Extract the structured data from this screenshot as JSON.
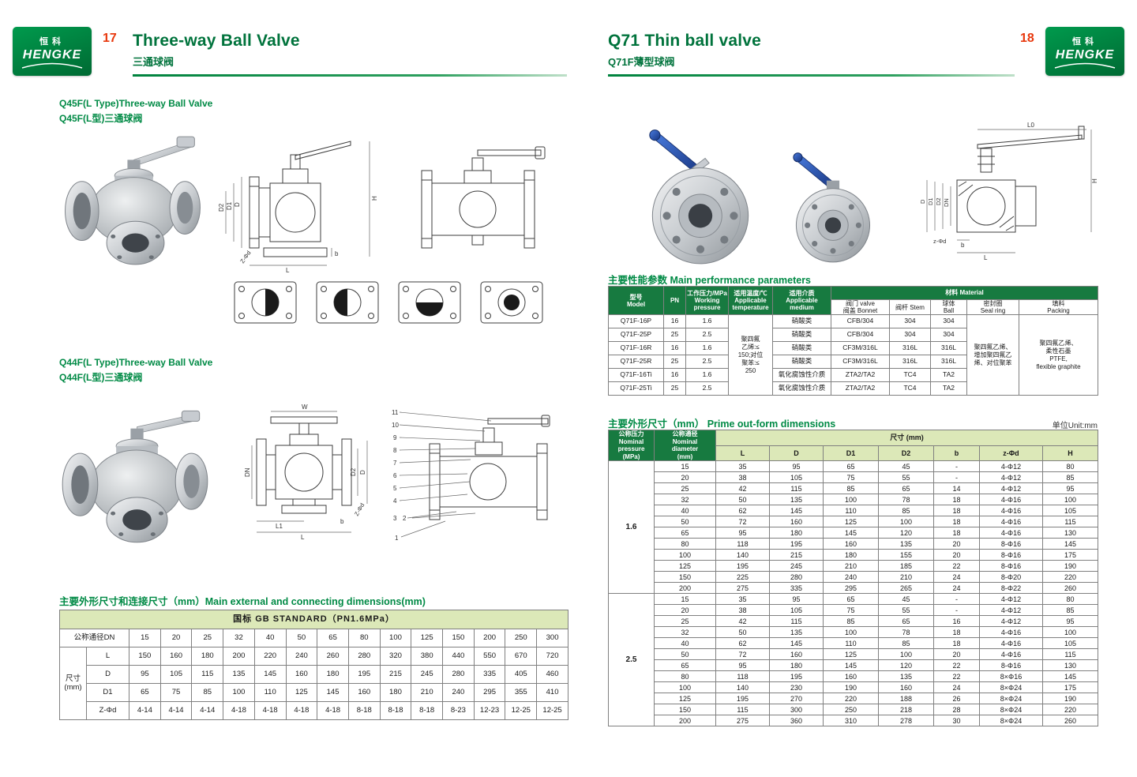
{
  "brand": {
    "logo_cn": "恒科",
    "logo_en": "HENGKE"
  },
  "header": {
    "left": {
      "page_no": "17",
      "title_en": "Three-way Ball Valve",
      "title_cn": "三通球阀"
    },
    "right": {
      "page_no": "18",
      "title_en": "Q71 Thin ball valve",
      "title_cn": "Q71F薄型球阀"
    }
  },
  "left_page": {
    "section1": {
      "title_en": "Q45F(L Type)Three-way Ball Valve",
      "title_cn": "Q45F(L型)三通球阀"
    },
    "section2": {
      "title_en": "Q44F(L Type)Three-way Ball Valve",
      "title_cn": "Q44F(L型)三通球阀"
    },
    "dim_table": {
      "title": "主要外形尺寸和连接尺寸（mm）Main external and connecting dimensions(mm)",
      "standard_header": "国标 GB STANDARD（PN1.6MPa）",
      "dn_label": "公称通径DN",
      "size_group_label": "尺寸\n(mm)",
      "dn_values": [
        "15",
        "20",
        "25",
        "32",
        "40",
        "50",
        "65",
        "80",
        "100",
        "125",
        "150",
        "200",
        "250",
        "300"
      ],
      "rows": [
        {
          "label": "L",
          "values": [
            "150",
            "160",
            "180",
            "200",
            "220",
            "240",
            "260",
            "280",
            "320",
            "380",
            "440",
            "550",
            "670",
            "720"
          ]
        },
        {
          "label": "D",
          "values": [
            "95",
            "105",
            "115",
            "135",
            "145",
            "160",
            "180",
            "195",
            "215",
            "245",
            "280",
            "335",
            "405",
            "460"
          ]
        },
        {
          "label": "D1",
          "values": [
            "65",
            "75",
            "85",
            "100",
            "110",
            "125",
            "145",
            "160",
            "180",
            "210",
            "240",
            "295",
            "355",
            "410"
          ]
        },
        {
          "label": "Z-Φd",
          "values": [
            "4-14",
            "4-14",
            "4-14",
            "4-18",
            "4-18",
            "4-18",
            "4-18",
            "8-18",
            "8-18",
            "8-18",
            "8-23",
            "12-23",
            "12-25",
            "12-25"
          ]
        }
      ]
    },
    "drawing_labels": {
      "q45_front": {
        "D": "D",
        "D1": "D1",
        "D2": "D2",
        "H": "H",
        "L": "L",
        "b": "b",
        "Zd": "Z-Φd"
      },
      "q44_front": {
        "W": "W",
        "DN": "DN",
        "D2": "D2",
        "D": "D",
        "L1": "L1",
        "L": "L",
        "b": "b",
        "Zd": "Z-Φd"
      },
      "q44_parts": [
        "11",
        "10",
        "9",
        "8",
        "7",
        "6",
        "5",
        "4",
        "3",
        "2",
        "1"
      ]
    }
  },
  "right_page": {
    "perf_table": {
      "title": "主要性能参数  Main performance parameters",
      "headers": {
        "model": "型号\nModel",
        "pn": "PN",
        "pressure": "工作压力/MPa\nWorking\npressure",
        "temp": "适用温度/℃\nApplicable\ntemperature",
        "medium": "适用介质\nApplicable\nmedium",
        "material": "材料 Material",
        "bonnet": "阀门 valve\n阀盖 Bonnet",
        "stem": "阀杆 Stem",
        "ball": "球体\nBall",
        "seal": "密封圈\nSeal ring",
        "packing": "填料\nPacking"
      },
      "temp_merged": "聚四氟\n乙烯:≤\n150;对位\n聚苯:≤\n250",
      "seal_merged": "聚四氟乙烯、\n增加聚四氟乙\n烯、对位聚苯",
      "packing_merged": "聚四氟乙烯、\n柔性石墨\nPTFE,\nflexible graphite",
      "rows": [
        {
          "model": "Q71F-16P",
          "pn": "16",
          "pressure": "1.6",
          "medium": "硝酸类",
          "bonnet": "CFB/304",
          "stem": "304",
          "ball": "304"
        },
        {
          "model": "Q71F-25P",
          "pn": "25",
          "pressure": "2.5",
          "medium": "硝酸类",
          "bonnet": "CFB/304",
          "stem": "304",
          "ball": "304"
        },
        {
          "model": "Q71F-16R",
          "pn": "16",
          "pressure": "1.6",
          "medium": "硝酸类",
          "bonnet": "CF3M/316L",
          "stem": "316L",
          "ball": "316L"
        },
        {
          "model": "Q71F-25R",
          "pn": "25",
          "pressure": "2.5",
          "medium": "硝酸类",
          "bonnet": "CF3M/316L",
          "stem": "316L",
          "ball": "316L"
        },
        {
          "model": "Q71F-16Ti",
          "pn": "16",
          "pressure": "1.6",
          "medium": "氧化腐蚀性介质",
          "bonnet": "ZTA2/TA2",
          "stem": "TC4",
          "ball": "TA2"
        },
        {
          "model": "Q71F-25Ti",
          "pn": "25",
          "pressure": "2.5",
          "medium": "氧化腐蚀性介质",
          "bonnet": "ZTA2/TA2",
          "stem": "TC4",
          "ball": "TA2"
        }
      ]
    },
    "out_table": {
      "title": "主要外形尺寸（mm） Prime out-form dimensions",
      "unit_note": "单位Unit:mm",
      "pressure_header": "公称压力\nNominal\npressure\n(MPa)",
      "diameter_header": "公称通径\nNominal\ndiameter\n(mm)",
      "size_header": "尺寸 (mm)",
      "columns": [
        "L",
        "D",
        "D1",
        "D2",
        "b",
        "z-Φd",
        "H"
      ],
      "groups": [
        {
          "pressure": "1.6",
          "rows": [
            [
              "15",
              "35",
              "95",
              "65",
              "45",
              "-",
              "4-Φ12",
              "80"
            ],
            [
              "20",
              "38",
              "105",
              "75",
              "55",
              "-",
              "4-Φ12",
              "85"
            ],
            [
              "25",
              "42",
              "115",
              "85",
              "65",
              "14",
              "4-Φ12",
              "95"
            ],
            [
              "32",
              "50",
              "135",
              "100",
              "78",
              "18",
              "4-Φ16",
              "100"
            ],
            [
              "40",
              "62",
              "145",
              "110",
              "85",
              "18",
              "4-Φ16",
              "105"
            ],
            [
              "50",
              "72",
              "160",
              "125",
              "100",
              "18",
              "4-Φ16",
              "115"
            ],
            [
              "65",
              "95",
              "180",
              "145",
              "120",
              "18",
              "4-Φ16",
              "130"
            ],
            [
              "80",
              "118",
              "195",
              "160",
              "135",
              "20",
              "8-Φ16",
              "145"
            ],
            [
              "100",
              "140",
              "215",
              "180",
              "155",
              "20",
              "8-Φ16",
              "175"
            ],
            [
              "125",
              "195",
              "245",
              "210",
              "185",
              "22",
              "8-Φ16",
              "190"
            ],
            [
              "150",
              "225",
              "280",
              "240",
              "210",
              "24",
              "8-Φ20",
              "220"
            ],
            [
              "200",
              "275",
              "335",
              "295",
              "265",
              "24",
              "8-Φ22",
              "260"
            ]
          ]
        },
        {
          "pressure": "2.5",
          "rows": [
            [
              "15",
              "35",
              "95",
              "65",
              "45",
              "-",
              "4-Φ12",
              "80"
            ],
            [
              "20",
              "38",
              "105",
              "75",
              "55",
              "-",
              "4-Φ12",
              "85"
            ],
            [
              "25",
              "42",
              "115",
              "85",
              "65",
              "16",
              "4-Φ12",
              "95"
            ],
            [
              "32",
              "50",
              "135",
              "100",
              "78",
              "18",
              "4-Φ16",
              "100"
            ],
            [
              "40",
              "62",
              "145",
              "110",
              "85",
              "18",
              "4-Φ16",
              "105"
            ],
            [
              "50",
              "72",
              "160",
              "125",
              "100",
              "20",
              "4-Φ16",
              "115"
            ],
            [
              "65",
              "95",
              "180",
              "145",
              "120",
              "22",
              "8-Φ16",
              "130"
            ],
            [
              "80",
              "118",
              "195",
              "160",
              "135",
              "22",
              "8×Φ16",
              "145"
            ],
            [
              "100",
              "140",
              "230",
              "190",
              "160",
              "24",
              "8×Φ24",
              "175"
            ],
            [
              "125",
              "195",
              "270",
              "220",
              "188",
              "26",
              "8×Φ24",
              "190"
            ],
            [
              "150",
              "115",
              "300",
              "250",
              "218",
              "28",
              "8×Φ24",
              "220"
            ],
            [
              "200",
              "275",
              "360",
              "310",
              "278",
              "30",
              "8×Φ24",
              "260"
            ]
          ]
        }
      ]
    },
    "drawing_labels": {
      "q71": {
        "L0": "L0",
        "H": "H",
        "D": "D",
        "D1": "D1",
        "D2": "D2",
        "DN": "DN",
        "b": "b",
        "L": "L",
        "zd": "z-Φd"
      }
    }
  }
}
